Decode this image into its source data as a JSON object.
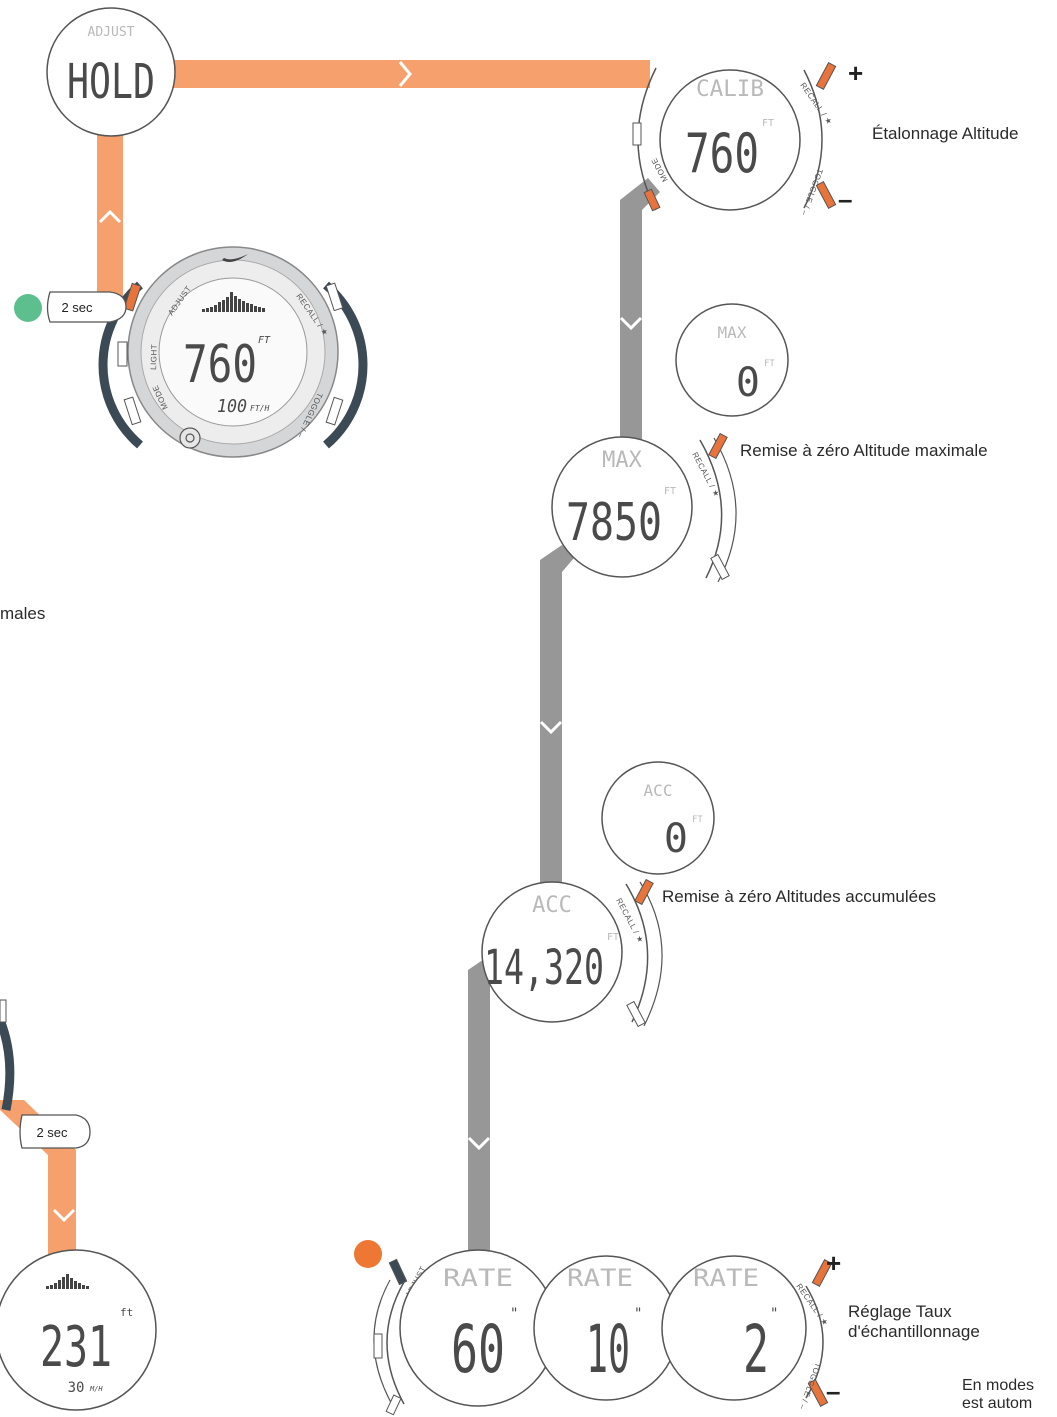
{
  "colors": {
    "orange": "#f5a06d",
    "orange_button": "#e8743b",
    "gray": "#979797",
    "green_dot": "#5dbf8e",
    "orange_dot": "#ee7733"
  },
  "screens": {
    "adjust_hold": {
      "top": "ADJUST",
      "main": "HOLD"
    },
    "main_watch": {
      "main": "760",
      "unit": "FT",
      "sub": "100",
      "sub_unit": "FT/H",
      "press": "2 sec"
    },
    "calib": {
      "top": "CALIB",
      "main": "760",
      "unit": "FT"
    },
    "max_reset": {
      "top": "MAX",
      "main": "0",
      "unit": "FT"
    },
    "max": {
      "top": "MAX",
      "main": "7850",
      "unit": "FT"
    },
    "acc_reset": {
      "top": "ACC",
      "main": "0",
      "unit": "FT"
    },
    "acc": {
      "top": "ACC",
      "main": "14,320",
      "unit": "FT"
    },
    "rate_60": {
      "top": "RATE",
      "main": "60",
      "unit": "\""
    },
    "rate_10": {
      "top": "RATE",
      "main": "10",
      "unit": "\""
    },
    "rate_2": {
      "top": "RATE",
      "main": "2",
      "unit": "\""
    },
    "bottom_left": {
      "main": "231",
      "unit": "ft",
      "sub": "30",
      "sub_unit": "M/H",
      "press": "2 sec"
    }
  },
  "button_labels": {
    "adjust": "ADJUST",
    "light": "LIGHT",
    "mode": "MODE",
    "recall": "RECALL / ★",
    "toggle": "TOGGLE / –"
  },
  "signs": {
    "plus": "+",
    "minus": "–"
  },
  "labels": {
    "calib": "Étalonnage Altitude",
    "max": "Remise à zéro Altitude maximale",
    "acc": "Remise à zéro Altitudes accumulées",
    "rate_line1": "Réglage Taux",
    "rate_line2": "d'échantillonnage",
    "left_partial": "males",
    "bottom_line1": "En modes",
    "bottom_line2": "est autom"
  }
}
